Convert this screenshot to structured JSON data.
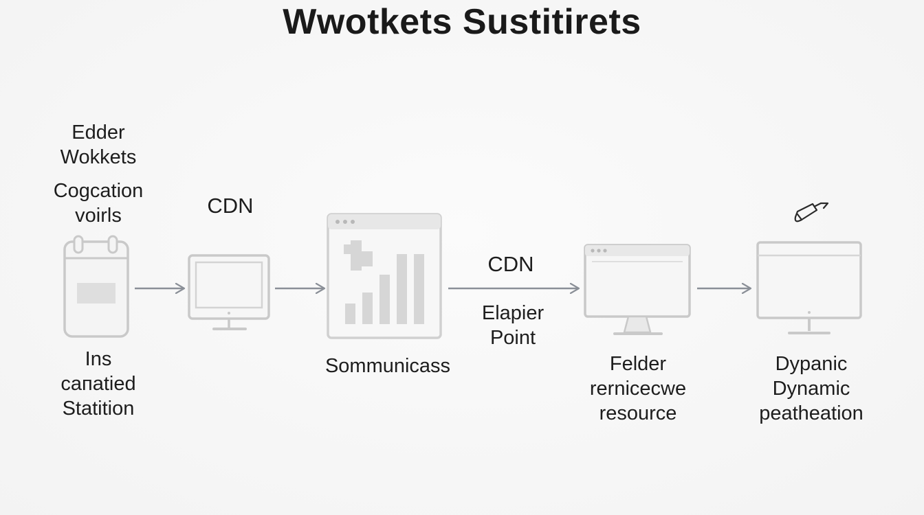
{
  "title": "Wwotkets Sustitirets",
  "labels": {
    "edder": [
      "Edder",
      "Wokkets"
    ],
    "cogcation": [
      "Cogcation",
      "voirls"
    ],
    "cdn_top": "CDN",
    "cdn_mid": "CDN",
    "ins": [
      "Ins",
      "caпatied",
      "Statition"
    ],
    "sommunicass": "Sommunicass",
    "elapier": [
      "Elapier",
      "Point"
    ],
    "felder": [
      "Felder",
      "rernicecwe",
      "resource"
    ],
    "dypanic": [
      "Dypanic",
      "Dynamic",
      "peatheation"
    ]
  },
  "icons": [
    "device-icon",
    "monitor-icon",
    "dashboard-window-icon",
    "browser-monitor-icon",
    "monitor-icon",
    "pencil-eraser-icon"
  ],
  "arrows": 4,
  "colors": {
    "stroke": "#c9c9c9",
    "fill": "#f4f4f4",
    "arrow": "#8a8f97",
    "text": "#1d1d1d"
  }
}
